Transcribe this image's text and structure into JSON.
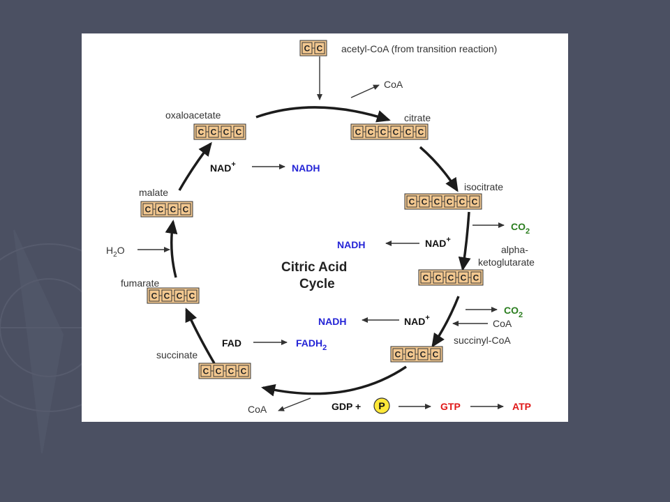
{
  "diagram": {
    "title_line1": "Citric Acid",
    "title_line2": "Cycle",
    "acetyl_coa": "acetyl-CoA (from transition reaction)",
    "coa_top": "CoA",
    "oxaloacetate": "oxaloacetate",
    "citrate": "citrate",
    "isocitrate": "isocitrate",
    "alpha_line1": "alpha-",
    "alpha_line2": "ketoglutarate",
    "succinyl_coa": "succinyl-CoA",
    "succinate": "succinate",
    "fumarate": "fumarate",
    "malate": "malate",
    "nad": "NAD",
    "plus": "+",
    "nadh": "NADH",
    "co2": "CO",
    "sub2": "2",
    "coa": "CoA",
    "water_h": "H",
    "water_o": "O",
    "fad": "FAD",
    "fadh": "FADH",
    "gdp": "GDP +",
    "phosphate": "P",
    "gtp": "GTP",
    "atp": "ATP",
    "carbon": "C"
  },
  "carbon_counts": {
    "acetyl_coa": 2,
    "oxaloacetate": 4,
    "citrate": 6,
    "isocitrate": 6,
    "alpha_ketoglutarate": 5,
    "succinyl_coa": 4,
    "succinate": 4,
    "fumarate": 4,
    "malate": 4
  },
  "colors": {
    "nadh": "#2424d6",
    "co2": "#2a7d1e",
    "energy": "#e01818",
    "carbon_box": "#f3c890",
    "phosphate_circle": "#ffe838",
    "slide_bg": "#4b5062"
  }
}
